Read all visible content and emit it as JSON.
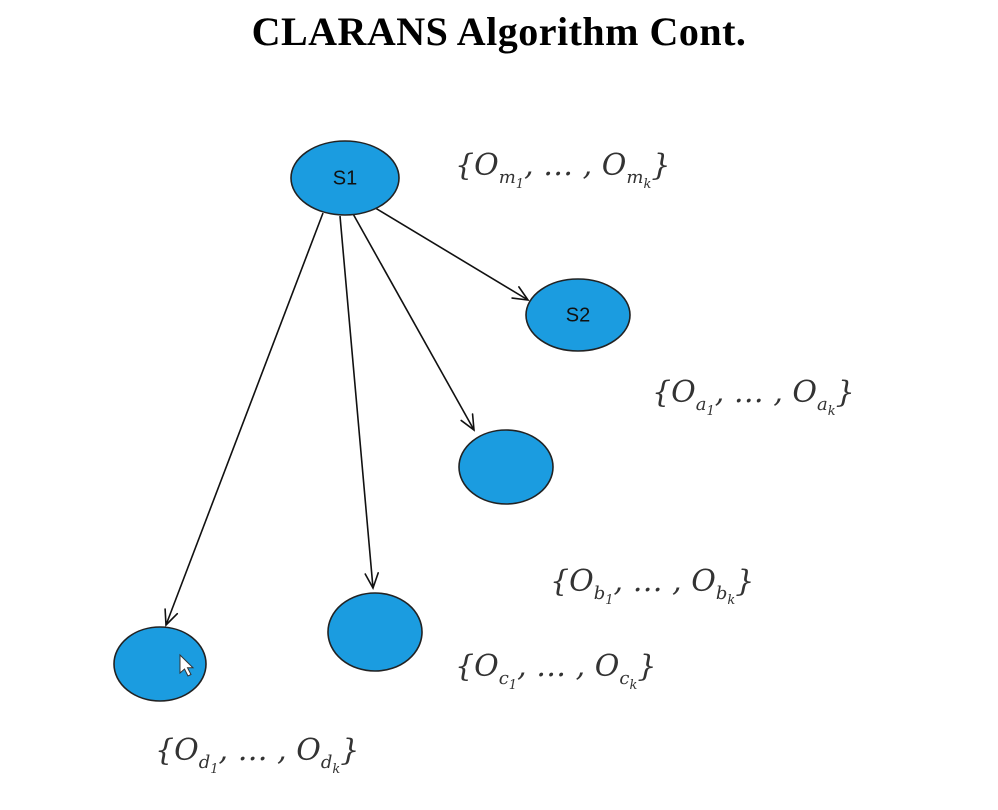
{
  "title": "CLARANS Algorithm Cont.",
  "colors": {
    "node_fill": "#1b9ce0",
    "node_stroke": "#222222",
    "edge": "#111111"
  },
  "nodes": [
    {
      "id": "n-s1",
      "label": "S1"
    },
    {
      "id": "n-s2",
      "label": "S2"
    },
    {
      "id": "n-b",
      "label": ""
    },
    {
      "id": "n-c",
      "label": ""
    },
    {
      "id": "n-d",
      "label": ""
    }
  ],
  "edges": [
    {
      "from": "n-s1",
      "to": "n-s2"
    },
    {
      "from": "n-s1",
      "to": "n-b"
    },
    {
      "from": "n-s1",
      "to": "n-c"
    },
    {
      "from": "n-s1",
      "to": "n-d"
    }
  ],
  "sets": [
    {
      "id": "set-m",
      "open": "{",
      "sym": "O",
      "sub": "m",
      "subsub1": "1",
      "mid": ", … , ",
      "subsubk": "k",
      "close": "}"
    },
    {
      "id": "set-a",
      "open": "{",
      "sym": "O",
      "sub": "a",
      "subsub1": "1",
      "mid": ", … , ",
      "subsubk": "k",
      "close": "}"
    },
    {
      "id": "set-b",
      "open": "{",
      "sym": "O",
      "sub": "b",
      "subsub1": "1",
      "mid": ", … , ",
      "subsubk": "k",
      "close": "}"
    },
    {
      "id": "set-c",
      "open": "{",
      "sym": "O",
      "sub": "c",
      "subsub1": "1",
      "mid": ", … , ",
      "subsubk": "k",
      "close": "}"
    },
    {
      "id": "set-d",
      "open": "{",
      "sym": "O",
      "sub": "d",
      "subsub1": "1",
      "mid": ", … , ",
      "subsubk": "k",
      "close": "}"
    }
  ],
  "cursor_icon": "mouse-pointer"
}
